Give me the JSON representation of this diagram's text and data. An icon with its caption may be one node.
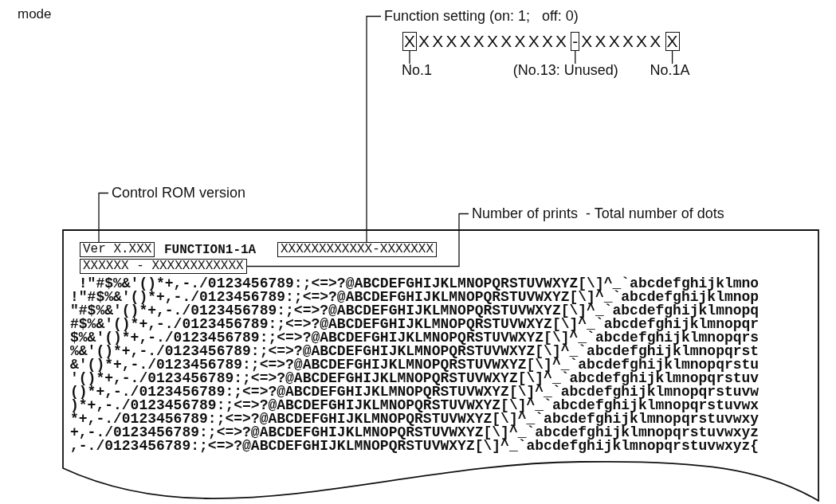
{
  "diagram": {
    "title": "mode",
    "nodes": [
      {
        "text": [
          "Function setting (on: 1;   off: 0)"
        ]
      },
      {
        "text": [
          "X"
        ]
      },
      {
        "text": [
          "-"
        ]
      },
      {
        "text": [
          "X"
        ]
      },
      {
        "text": [
          "No.1"
        ]
      },
      {
        "text": [
          "(No.13: Unused)"
        ]
      },
      {
        "text": [
          "No.1A"
        ]
      },
      {
        "text": [
          "Control ROM version"
        ]
      },
      {
        "text": [
          "Number of prints  - Total number of dots"
        ]
      },
      {
        "text": [
          "FUNCTION1-1A",
          " !\"#$%&'()*+,-./0123456789:;<=>?@ABCDEFGHIJKLMNOPQRSTUVWXYZ[\\]^_`abcdefghijklmno",
          "!\"#$%&'()*+,-./0123456789:;<=>?@ABCDEFGHIJKLMNOPQRSTUVWXYZ[\\]^_`abcdefghijklmnop",
          "\"#$%&'()*+,-./0123456789:;<=>?@ABCDEFGHIJKLMNOPQRSTUVWXYZ[\\]^_`abcdefghijklmnopq",
          "#$%&'()*+,-./0123456789:;<=>?@ABCDEFGHIJKLMNOPQRSTUVWXYZ[\\]^_`abcdefghijklmnopqr",
          "$%&'()*+,-./0123456789:;<=>?@ABCDEFGHIJKLMNOPQRSTUVWXYZ[\\]^_`abcdefghijklmnopqrs",
          "%&'()*+,-./0123456789:;<=>?@ABCDEFGHIJKLMNOPQRSTUVWXYZ[\\]^_`abcdefghijklmnopqrst",
          "&'()*+,-./0123456789:;<=>?@ABCDEFGHIJKLMNOPQRSTUVWXYZ[\\]^_`abcdefghijklmnopqrstu",
          "'()*+,-./0123456789:;<=>?@ABCDEFGHIJKLMNOPQRSTUVWXYZ[\\]^_`abcdefghijklmnopqrstuv",
          "()*+,-./0123456789:;<=>?@ABCDEFGHIJKLMNOPQRSTUVWXYZ[\\]^_`abcdefghijklmnopqrstuvw",
          ")*+,-./0123456789:;<=>?@ABCDEFGHIJKLMNOPQRSTUVWXYZ[\\]^_`abcdefghijklmnopqrstuvwx",
          "*+,-./0123456789:;<=>?@ABCDEFGHIJKLMNOPQRSTUVWXYZ[\\]^_`abcdefghijklmnopqrstuvwxy",
          "+,-./0123456789:;<=>?@ABCDEFGHIJKLMNOPQRSTUVWXYZ[\\]^_`abcdefghijklmnopqrstuvwxyz",
          ",-./0123456789:;<=>?@ABCDEFGHIJKLMNOPQRSTUVWXYZ[\\]^_`abcdefghijklmnopqrstuvwxyz{"
        ]
      },
      {
        "text": [
          "Ver X.XXX"
        ],
        "in": 9
      },
      {
        "text": [
          "XXXXXXXXXXXX-XXXXXXX"
        ],
        "in": 9
      },
      {
        "text": [
          "XXXXXX - XXXXXXXXXXXX"
        ],
        "in": 9
      }
    ],
    "edges": [
      {
        "from": 0,
        "to": 11,
        "arrow": "none"
      },
      {
        "from": 4,
        "to": 1,
        "arrow": "none"
      },
      {
        "from": 5,
        "to": 2,
        "arrow": "none"
      },
      {
        "from": 6,
        "to": 3,
        "arrow": "none"
      },
      {
        "from": 7,
        "to": 10,
        "arrow": "none"
      },
      {
        "from": 8,
        "to": 12,
        "arrow": "none"
      }
    ],
    "labels": [
      "XXXXXXXXXXX",
      "XXXXXX"
    ]
  }
}
